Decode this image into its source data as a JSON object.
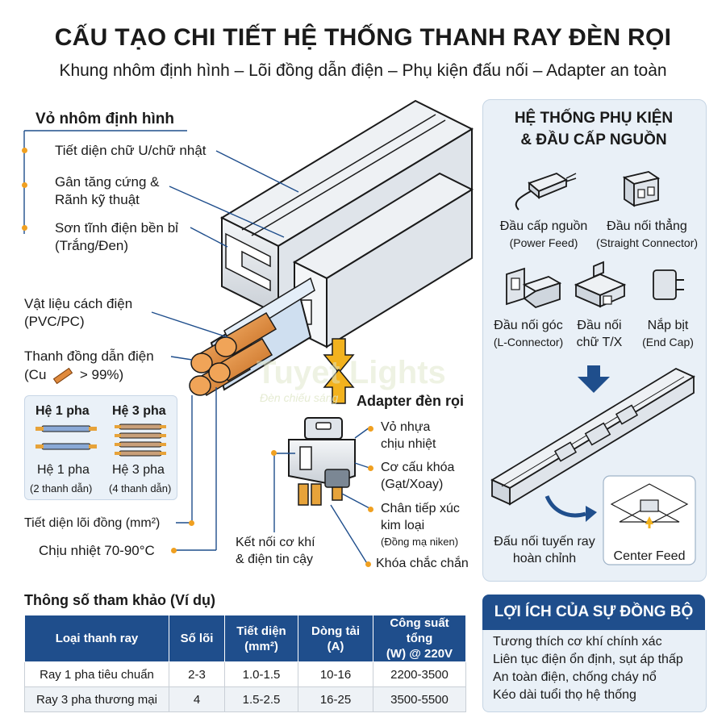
{
  "title": "CẤU TẠO CHI TIẾT HỆ THỐNG THANH RAY ĐÈN RỌI",
  "subtitle": "Khung nhôm định hình – Lõi đồng dẫn điện – Phụ kiện đấu nối – Adapter an toàn",
  "housing": {
    "heading": "Vỏ nhôm định hình",
    "item1": "Tiết diện chữ U/chữ nhật",
    "item2_line1": "Gân tăng cứng &",
    "item2_line2": "Rãnh kỹ thuật",
    "item3_line1": "Sơn tĩnh điện bền bỉ",
    "item3_line2": "(Trắng/Đen)"
  },
  "insulation": {
    "line1": "Vật liệu cách điện",
    "line2": "(PVC/PC)"
  },
  "copper": {
    "line1": "Thanh đồng dẫn điện",
    "line2_pre": "(Cu",
    "line2_post": "> 99%)"
  },
  "phases": {
    "one_head": "Hệ 1 pha",
    "three_head": "Hệ 3 pha",
    "one_label": "Hệ 1 pha",
    "three_label": "Hệ 3 pha",
    "one_note": "(2 thanh dẫn)",
    "three_note": "(4 thanh dẫn)"
  },
  "cross_section": "Tiết diện lõi đồng (mm²)",
  "heat": "Chịu nhiệt 70-90°C",
  "watermark": {
    "brand": "Tuyet Lights",
    "tag": "Đèn chiếu sáng"
  },
  "adapter": {
    "title": "Adapter đèn rọi",
    "shell_line1": "Vỏ nhựa",
    "shell_line2": "chịu nhiệt",
    "lock_line1": "Cơ cấu khóa",
    "lock_line2": "(Gạt/Xoay)",
    "contact_line1": "Chân tiếp xúc",
    "contact_line2": "kim loại",
    "contact_line3": "(Đồng mạ niken)",
    "mech_line1": "Kết nối cơ khí",
    "mech_line2": "& điện tin cậy",
    "secure": "Khóa chắc chắn"
  },
  "accessories": {
    "title_line1": "HỆ THỐNG PHỤ KIỆN",
    "title_line2": "& ĐẦU CẤP NGUỒN",
    "items": [
      {
        "name": "Đầu cấp nguồn",
        "sub": "(Power Feed)"
      },
      {
        "name": "Đầu nối thẳng",
        "sub": "(Straight Connector)"
      },
      {
        "name": "Đầu nối góc",
        "sub": "(L-Connector)"
      },
      {
        "name": "Đầu nối",
        "sub": "chữ T/X"
      },
      {
        "name": "Nắp bịt",
        "sub": "(End Cap)"
      }
    ],
    "route_line1": "Đấu nối tuyến ray",
    "route_line2": "hoàn chỉnh",
    "center_feed": "Center Feed"
  },
  "table": {
    "title": "Thông số tham khảo (Ví dụ)",
    "headers": [
      {
        "l1": "Loại thanh ray",
        "l2": ""
      },
      {
        "l1": "Số lõi",
        "l2": ""
      },
      {
        "l1": "Tiết diện",
        "l2": "(mm²)"
      },
      {
        "l1": "Dòng tải",
        "l2": "(A)"
      },
      {
        "l1": "Công suất tổng",
        "l2": "(W) @ 220V"
      }
    ],
    "rows": [
      [
        "Ray 1 pha tiêu chuẩn",
        "2-3",
        "1.0-1.5",
        "10-16",
        "2200-3500"
      ],
      [
        "Ray 3 pha thương mại",
        "4",
        "1.5-2.5",
        "16-25",
        "3500-5500"
      ]
    ]
  },
  "benefits": {
    "title": "LỢI ÍCH CỦA SỰ ĐỒNG BỘ",
    "items": [
      "Tương thích cơ khí chính xác",
      "Liên tục điện ổn định, sụt áp thấp",
      "An toàn điện, chống cháy nổ",
      "Kéo dài tuổi thọ hệ thống"
    ]
  },
  "colors": {
    "navy": "#1f4e8c",
    "orange": "#f0a020",
    "copper": "#e08a3c",
    "panel": "#e9f0f7"
  }
}
